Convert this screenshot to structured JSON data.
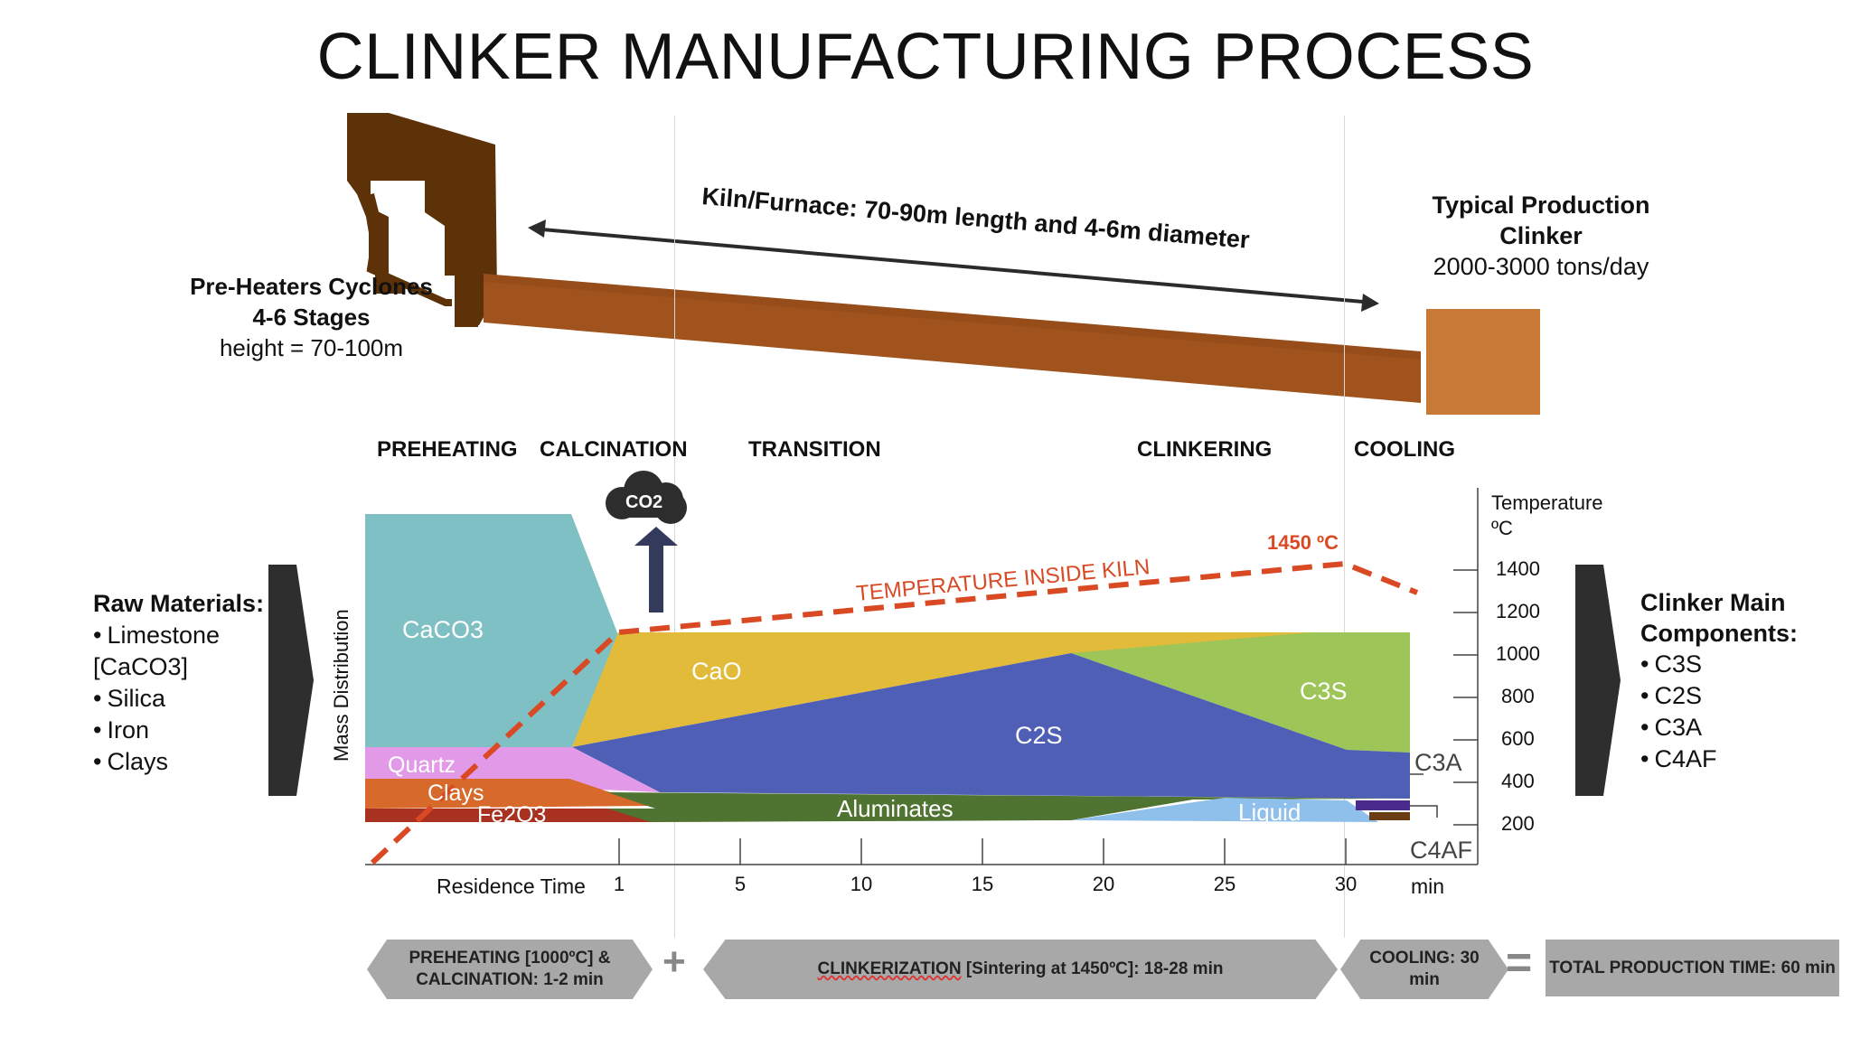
{
  "title": "CLINKER MANUFACTURING PROCESS",
  "preheater": {
    "line1": "Pre-Heaters Cyclones",
    "line2": "4-6 Stages",
    "line3": "height = 70-100m"
  },
  "kiln_label": "Kiln/Furnace: 70-90m length and 4-6m diameter",
  "production": {
    "line1": "Typical Production",
    "line2": "Clinker",
    "line3": "2000-3000 tons/day"
  },
  "stages": [
    "PREHEATING",
    "CALCINATION",
    "TRANSITION",
    "CLINKERING",
    "COOLING"
  ],
  "co2_label": "CO2",
  "raw_materials": {
    "title": "Raw Materials:",
    "items": [
      "Limestone [CaCO3]",
      "Silica",
      "Iron",
      "Clays"
    ]
  },
  "clinker_components": {
    "title_line1": "Clinker Main",
    "title_line2": "Components:",
    "items": [
      "C3S",
      "C2S",
      "C3A",
      "C4AF"
    ]
  },
  "chart": {
    "y_label_left": "Mass Distribution",
    "y_label_right_1": "Temperature",
    "y_label_right_2": "ºC",
    "x_label": "Residence Time",
    "x_unit": "min",
    "temperature_label": "TEMPERATURE INSIDE KILN",
    "peak_label": "1450 ºC",
    "x_ticks": [
      "1",
      "5",
      "10",
      "15",
      "20",
      "25",
      "30"
    ],
    "y_ticks": [
      "1400",
      "1200",
      "1000",
      "800",
      "600",
      "400",
      "200"
    ],
    "regions": {
      "caco3": "CaCO3",
      "cao": "CaO",
      "c2s": "C2S",
      "c3s": "C3S",
      "quartz": "Quartz",
      "clays": "Clays",
      "fe2o3": "Fe2O3",
      "aluminates": "Aluminates",
      "liquid": "Liquid",
      "c3a": "C3A",
      "c4af": "C4AF"
    },
    "colors": {
      "caco3": "#7fc0c4",
      "cao": "#e3bb3a",
      "c2s": "#4f5fb5",
      "c3s": "#9dc557",
      "quartz": "#e29ae8",
      "clays": "#d7692b",
      "fe2o3": "#a8311f",
      "aluminates": "#4f7331",
      "liquid": "#8fc0ec",
      "temperature": "#d94a24"
    }
  },
  "timeline": {
    "step1": "PREHEATING [1000ºC] & CALCINATION: 1-2 min",
    "plus": "+",
    "step2_a": "CLINKERIZATION",
    "step2_b": " [Sintering at 1450ºC]: 18-28 min",
    "step3": "COOLING: 30 min",
    "equals": "=",
    "total": "TOTAL PRODUCTION TIME: 60  min"
  }
}
